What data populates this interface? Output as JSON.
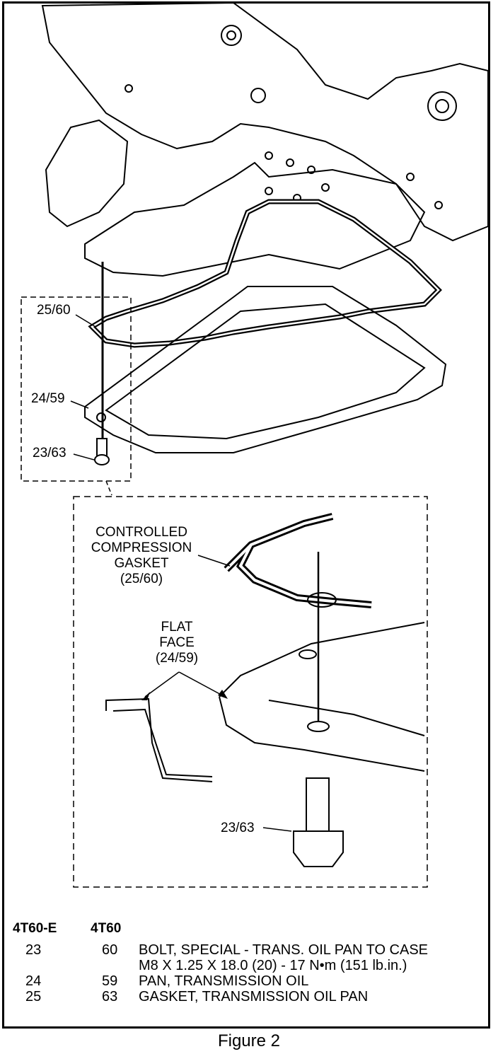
{
  "callouts": {
    "gasket_ref": "25/60",
    "pan_ref": "24/59",
    "bolt_ref": "23/63",
    "detail_gasket": [
      "CONTROLLED",
      "COMPRESSION",
      "GASKET",
      "(25/60)"
    ],
    "detail_face": [
      "FLAT",
      "FACE",
      "(24/59)"
    ],
    "detail_bolt_ref": "23/63"
  },
  "legend": {
    "col1_header": "4T60-E",
    "col2_header": "4T60",
    "rows": [
      {
        "a": "23",
        "b": "60",
        "desc": "BOLT, SPECIAL - TRANS. OIL PAN TO CASE",
        "desc2": "M8 X 1.25 X 18.0 (20) - 17 N•m (151 lb.in.)"
      },
      {
        "a": "24",
        "b": "59",
        "desc": "PAN, TRANSMISSION OIL",
        "desc2": ""
      },
      {
        "a": "25",
        "b": "63",
        "desc": "GASKET, TRANSMISSION OIL PAN",
        "desc2": ""
      }
    ]
  },
  "caption": "Figure 2"
}
